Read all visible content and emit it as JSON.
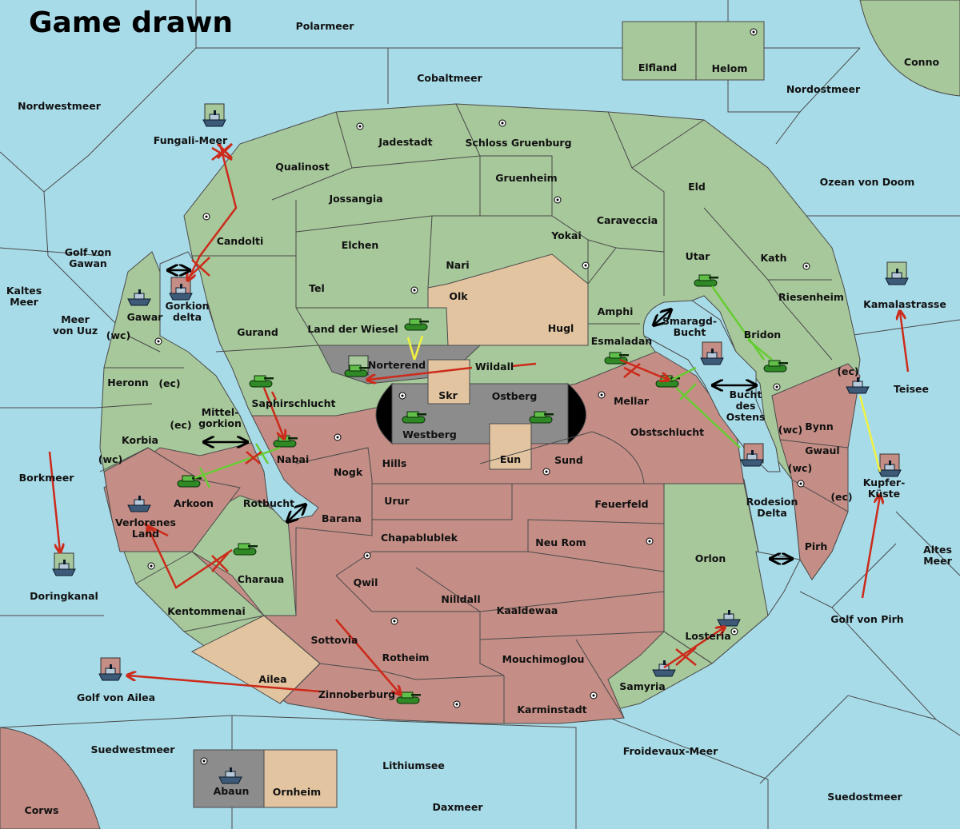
{
  "status": {
    "title": "Game drawn"
  },
  "colors": {
    "sea": "#a8dbe8",
    "neutral_land": "#a7c89b",
    "player_red": "#c48e86",
    "player_tan": "#e2c4a0",
    "player_gray": "#8c8c8c",
    "border": "#4a4a4a",
    "move_order": "#cc2a1a",
    "support_order": "#66cc33",
    "convoy_order": "#f2f240"
  },
  "labels": [
    {
      "id": "polarmeer",
      "text": "Polarmeer"
    },
    {
      "id": "elfland",
      "text": "Elfland"
    },
    {
      "id": "helom",
      "text": "Helom"
    },
    {
      "id": "conno",
      "text": "Conno"
    },
    {
      "id": "nordwestmeer",
      "text": "Nordwestmeer"
    },
    {
      "id": "cobaltmeer",
      "text": "Cobaltmeer"
    },
    {
      "id": "nordostmeer",
      "text": "Nordostmeer"
    },
    {
      "id": "fungali-meer",
      "text": "Fungali-Meer"
    },
    {
      "id": "jadestadt",
      "text": "Jadestadt"
    },
    {
      "id": "schloss-gruenburg",
      "text": "Schloss Gruenburg"
    },
    {
      "id": "qualinost",
      "text": "Qualinost"
    },
    {
      "id": "gruenheim",
      "text": "Gruenheim"
    },
    {
      "id": "eld",
      "text": "Eld"
    },
    {
      "id": "ozean-von-doom",
      "text": "Ozean von Doom"
    },
    {
      "id": "jossangia",
      "text": "Jossangia"
    },
    {
      "id": "caraveccia",
      "text": "Caraveccia"
    },
    {
      "id": "yokai",
      "text": "Yokai"
    },
    {
      "id": "candolti",
      "text": "Candolti"
    },
    {
      "id": "elchen",
      "text": "Elchen"
    },
    {
      "id": "utar",
      "text": "Utar"
    },
    {
      "id": "kath",
      "text": "Kath"
    },
    {
      "id": "nari",
      "text": "Nari"
    },
    {
      "id": "golf-von-gawan",
      "text": "Golf von\nGawan"
    },
    {
      "id": "kamalastrasse",
      "text": "Kamalastrasse"
    },
    {
      "id": "tel",
      "text": "Tel"
    },
    {
      "id": "olk",
      "text": "Olk"
    },
    {
      "id": "riesenheim",
      "text": "Riesenheim"
    },
    {
      "id": "kaltes-meer",
      "text": "Kaltes\nMeer"
    },
    {
      "id": "amphi",
      "text": "Amphi"
    },
    {
      "id": "gawar",
      "text": "Gawar"
    },
    {
      "id": "gorkion-delta",
      "text": "Gorkion\ndelta"
    },
    {
      "id": "meer-von-uuz",
      "text": "Meer\nvon Uuz"
    },
    {
      "id": "gurand",
      "text": "Gurand"
    },
    {
      "id": "land-der-wiesel",
      "text": "Land der Wiesel"
    },
    {
      "id": "hugl",
      "text": "Hugl"
    },
    {
      "id": "smaragd-bucht",
      "text": "Smaragd-\nBucht"
    },
    {
      "id": "bridon",
      "text": "Bridon"
    },
    {
      "id": "esmaladan",
      "text": "Esmaladan"
    },
    {
      "id": "norterend",
      "text": "Norterend"
    },
    {
      "id": "wildall",
      "text": "Wildall"
    },
    {
      "id": "heronn",
      "text": "Heronn"
    },
    {
      "id": "teisee",
      "text": "Teisee"
    },
    {
      "id": "skr",
      "text": "Skr"
    },
    {
      "id": "ostberg",
      "text": "Ostberg"
    },
    {
      "id": "mellar",
      "text": "Mellar"
    },
    {
      "id": "saphirschlucht",
      "text": "Saphirschlucht"
    },
    {
      "id": "bucht-des-ostens",
      "text": "Bucht\ndes\nOstens"
    },
    {
      "id": "bynn",
      "text": "Bynn"
    },
    {
      "id": "mittel-gorkion",
      "text": "Mittel-\ngorkion"
    },
    {
      "id": "westberg",
      "text": "Westberg"
    },
    {
      "id": "obstschlucht",
      "text": "Obstschlucht"
    },
    {
      "id": "korbia",
      "text": "Korbia"
    },
    {
      "id": "gwaul",
      "text": "Gwaul"
    },
    {
      "id": "nabai",
      "text": "Nabai"
    },
    {
      "id": "hills",
      "text": "Hills"
    },
    {
      "id": "eun",
      "text": "Eun"
    },
    {
      "id": "sund",
      "text": "Sund"
    },
    {
      "id": "nogk",
      "text": "Nogk"
    },
    {
      "id": "borkmeer",
      "text": "Borkmeer"
    },
    {
      "id": "arkoon",
      "text": "Arkoon"
    },
    {
      "id": "kupfer-kuste",
      "text": "Kupfer-\nKüste"
    },
    {
      "id": "rotbucht",
      "text": "Rotbucht"
    },
    {
      "id": "urur",
      "text": "Urur"
    },
    {
      "id": "feuerfeld",
      "text": "Feuerfeld"
    },
    {
      "id": "rodesion-delta",
      "text": "Rodesion\nDelta"
    },
    {
      "id": "barana",
      "text": "Barana"
    },
    {
      "id": "verlorenes-land",
      "text": "Verlorenes\nLand"
    },
    {
      "id": "chapablublek",
      "text": "Chapablublek"
    },
    {
      "id": "neu-rom",
      "text": "Neu Rom"
    },
    {
      "id": "pirh",
      "text": "Pirh"
    },
    {
      "id": "altes-meer",
      "text": "Altes\nMeer"
    },
    {
      "id": "orlon",
      "text": "Orlon"
    },
    {
      "id": "charaua",
      "text": "Charaua"
    },
    {
      "id": "qwil",
      "text": "Qwil"
    },
    {
      "id": "doringkanal",
      "text": "Doringkanal"
    },
    {
      "id": "nilldall",
      "text": "Nilldall"
    },
    {
      "id": "kentommenai",
      "text": "Kentommenai"
    },
    {
      "id": "kaaldewaa",
      "text": "Kaaldewaa"
    },
    {
      "id": "golf-von-pirh",
      "text": "Golf von Pirh"
    },
    {
      "id": "losteria",
      "text": "Losteria"
    },
    {
      "id": "sottovia",
      "text": "Sottovia"
    },
    {
      "id": "rotheim",
      "text": "Rotheim"
    },
    {
      "id": "mouchimoglou",
      "text": "Mouchimoglou"
    },
    {
      "id": "ailea",
      "text": "Ailea"
    },
    {
      "id": "samyria",
      "text": "Samyria"
    },
    {
      "id": "zinnoberburg",
      "text": "Zinnoberburg"
    },
    {
      "id": "golf-von-ailea",
      "text": "Golf von Ailea"
    },
    {
      "id": "karminstadt",
      "text": "Karminstadt"
    },
    {
      "id": "suedwestmeer",
      "text": "Suedwestmeer"
    },
    {
      "id": "froidevaux-meer",
      "text": "Froidevaux-Meer"
    },
    {
      "id": "lithiumsee",
      "text": "Lithiumsee"
    },
    {
      "id": "abaun",
      "text": "Abaun"
    },
    {
      "id": "ornheim",
      "text": "Ornheim"
    },
    {
      "id": "suedostmeer",
      "text": "Suedostmeer"
    },
    {
      "id": "daxmeer",
      "text": "Daxmeer"
    },
    {
      "id": "corws",
      "text": "Corws"
    },
    {
      "id": "wc1",
      "text": "(wc)"
    },
    {
      "id": "wc2",
      "text": "(wc)"
    },
    {
      "id": "ec1",
      "text": "(ec)"
    },
    {
      "id": "ec2",
      "text": "(ec)"
    },
    {
      "id": "wc3",
      "text": "(wc)"
    },
    {
      "id": "wc4",
      "text": "(wc)"
    },
    {
      "id": "ec3",
      "text": "(ec)"
    },
    {
      "id": "ec4",
      "text": "(ec)"
    }
  ]
}
